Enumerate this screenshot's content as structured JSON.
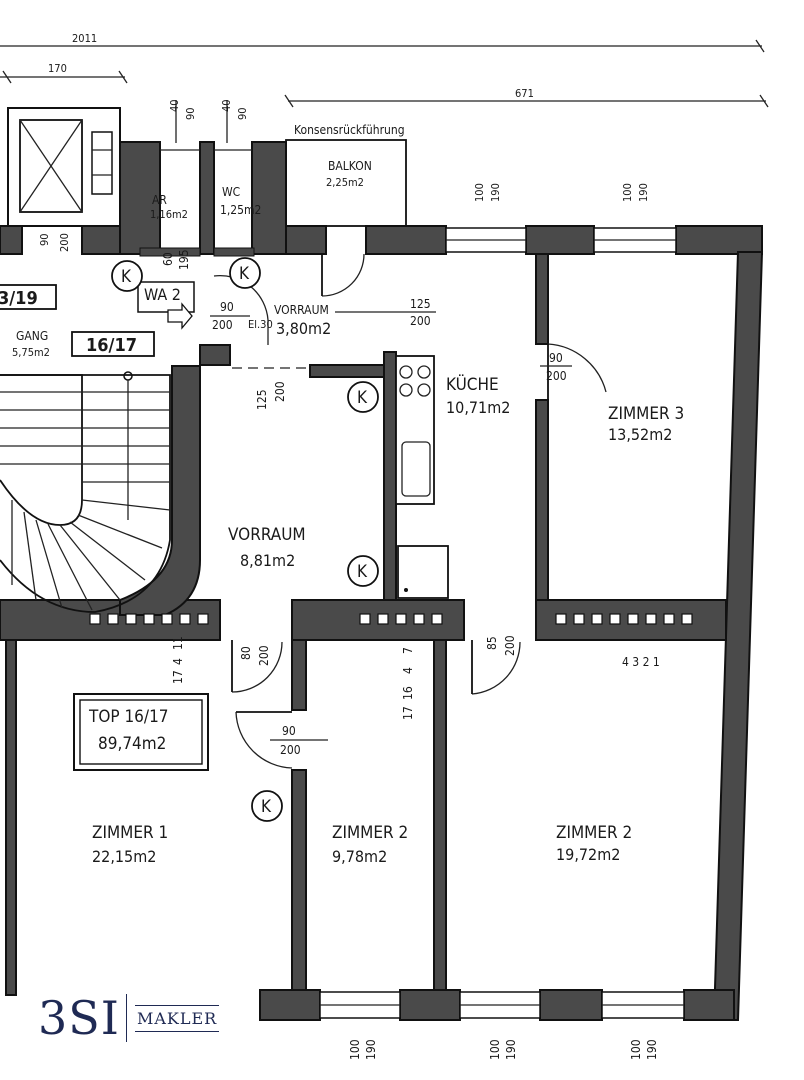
{
  "rooms": {
    "zimmer1": {
      "name": "ZIMMER 1",
      "area": "22,15m2"
    },
    "zimmer2a": {
      "name": "ZIMMER 2",
      "area": "9,78m2"
    },
    "zimmer2b": {
      "name": "ZIMMER 2",
      "area": "19,72m2"
    },
    "zimmer3": {
      "name": "ZIMMER 3",
      "area": "13,52m2"
    },
    "kueche": {
      "name": "KÜCHE",
      "area": "10,71m2"
    },
    "vorraum_big": {
      "name": "VORRAUM",
      "area": "8,81m2"
    },
    "vorraum_small": {
      "name": "VORRAUM",
      "area": "3,80m2"
    },
    "balkon": {
      "name": "BALKON",
      "area": "2,25m2"
    },
    "ar": {
      "name": "AR",
      "area": "1,16m2"
    },
    "wc": {
      "name": "WC",
      "area": "1,25m2"
    },
    "gang": {
      "name": "GANG",
      "area": "5,75m2"
    }
  },
  "labels": {
    "top_box_line1": "TOP 16/17",
    "top_box_line2": "89,74m2",
    "unit_16_17": "16/17",
    "unit_19": "3/19",
    "wa": "WA 2",
    "konsens": "Konsensrückführung",
    "el": "El.30",
    "k": "K",
    "stair_numbers": "4 3 2 1"
  },
  "dims": {
    "total": "2011",
    "d170": "170",
    "d671": "671",
    "d40": "40",
    "d90": "90",
    "d200": "200",
    "d100": "100",
    "d190": "190",
    "d60": "60",
    "d195": "195",
    "d125": "125",
    "d80": "80",
    "d85": "85",
    "v1": "11",
    "v2": "4",
    "v3": "17",
    "v4": "7",
    "v5": "16"
  },
  "logo": {
    "mark": "3SI",
    "text": "MAKLER"
  },
  "colors": {
    "ink": "#1a1a1a",
    "wall": "#4a4a4a",
    "logo": "#1f2a54"
  }
}
